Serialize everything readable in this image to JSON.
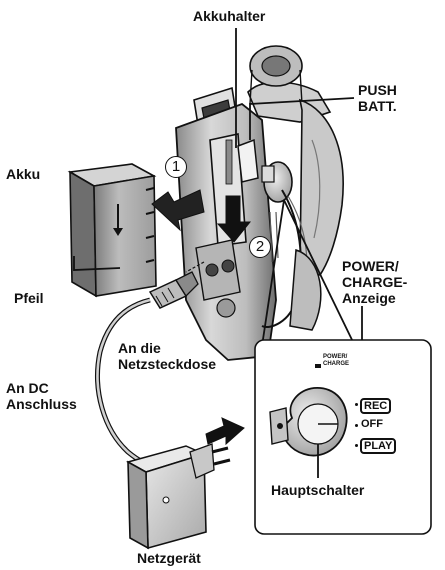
{
  "labels": {
    "battery_holder": "Akkuhalter",
    "push_batt_line1": "PUSH",
    "push_batt_line2": "BATT.",
    "battery": "Akku",
    "arrow": "Pfeil",
    "power_charge_line1": "POWER/",
    "power_charge_line2": "CHARGE-",
    "power_charge_line3": "Anzeige",
    "outlet_line1": "An die",
    "outlet_line2": "Netzsteckdose",
    "dc_line1": "An DC",
    "dc_line2": "Anschluss",
    "main_switch": "Hauptschalter",
    "ac_adapter": "Netzgerät"
  },
  "steps": {
    "one": "1",
    "two": "2"
  },
  "inset": {
    "lamp_label_line1": "POWER/",
    "lamp_label_line2": "CHARGE",
    "mode_rec": "REC",
    "mode_off": "OFF",
    "mode_play": "PLAY"
  },
  "colors": {
    "body_light": "#d9d9d9",
    "body_mid": "#a8a8a8",
    "body_dark": "#5a5a5a",
    "ink": "#111111"
  }
}
